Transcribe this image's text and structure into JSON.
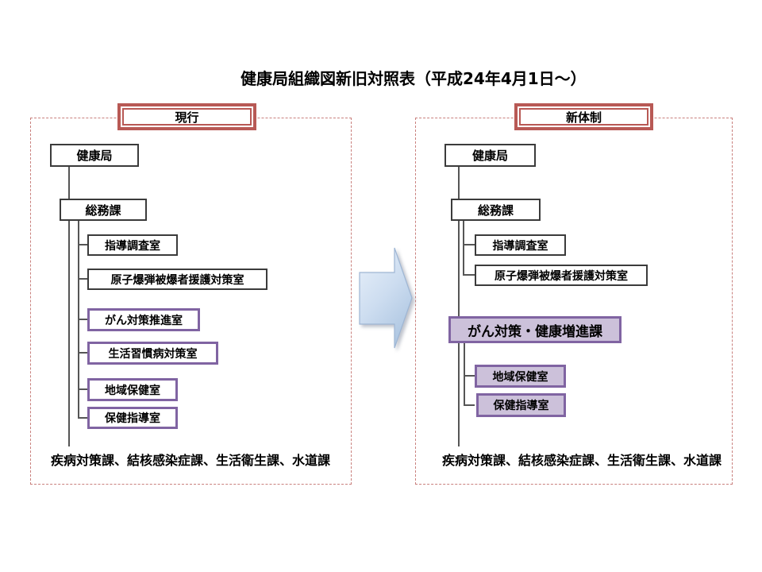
{
  "title": "健康局組織図新旧対照表（平成24年4月1日～）",
  "panels": {
    "current": {
      "header": "現行",
      "bureau": "健康局",
      "division": "総務課",
      "rooms_plain": [
        "指導調査室",
        "原子爆弾被爆者援護対策室"
      ],
      "rooms_highlight": [
        "がん対策推進室",
        "生活習慣病対策室",
        "地域保健室",
        "保健指導室"
      ],
      "footer": "疾病対策課、結核感染症課、生活衛生課、水道課"
    },
    "new": {
      "header": "新体制",
      "bureau": "健康局",
      "division": "総務課",
      "rooms_plain": [
        "指導調査室",
        "原子爆弾被爆者援護対策室"
      ],
      "new_division": "がん対策・健康増進課",
      "rooms_highlight": [
        "地域保健室",
        "保健指導室"
      ],
      "footer": "疾病対策課、結核感染症課、生活衛生課、水道課"
    }
  },
  "icons": {
    "transition_arrow": "right-block-arrow"
  },
  "colors": {
    "header_frame": "#B85955",
    "panel_dash": "#C9807D",
    "highlight_border": "#8064A2",
    "highlight_fill": "#CCC1DA",
    "connector": "#555555",
    "box_border": "#3B3B3B",
    "arrow_light": "#E4EDF8",
    "arrow_dark": "#AFC7E2"
  }
}
